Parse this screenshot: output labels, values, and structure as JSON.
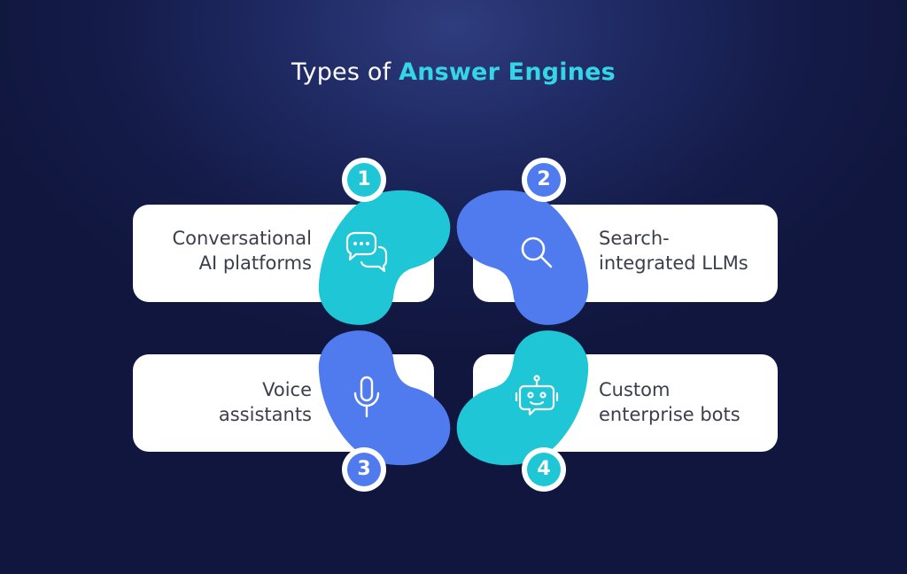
{
  "title": {
    "prefix": "Types of ",
    "highlight": "Answer Engines"
  },
  "colors": {
    "teal": "#1fc6d6",
    "blue": "#4f7bee",
    "title_accent": "#35d4e6",
    "card": "#ffffff",
    "text": "#3b3f4c"
  },
  "items": [
    {
      "number": "1",
      "label": "Conversational\nAI platforms",
      "icon": "chat-bubbles-icon",
      "color": "#1fc6d6"
    },
    {
      "number": "2",
      "label": "Search-\nintegrated LLMs",
      "icon": "search-icon",
      "color": "#4f7bee"
    },
    {
      "number": "3",
      "label": "Voice\nassistants",
      "icon": "microphone-icon",
      "color": "#4f7bee"
    },
    {
      "number": "4",
      "label": "Custom\nenterprise bots",
      "icon": "robot-icon",
      "color": "#1fc6d6"
    }
  ]
}
